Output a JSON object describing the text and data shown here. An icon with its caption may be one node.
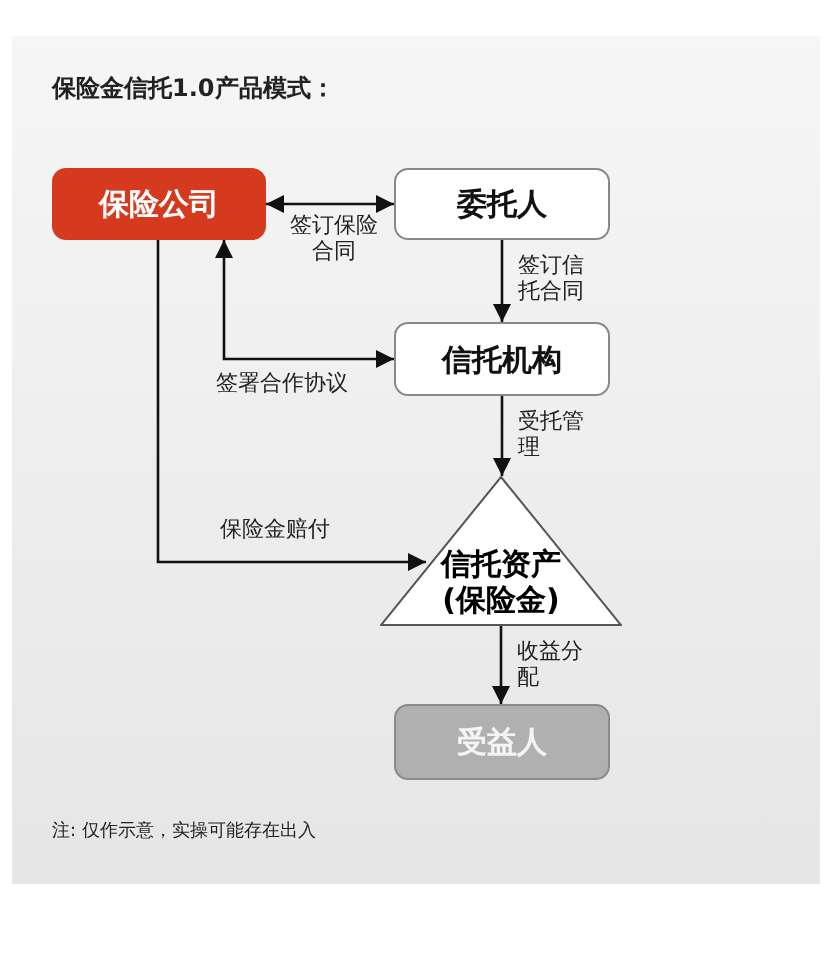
{
  "diagram": {
    "title": "保险金信托1.0产品模式：",
    "nodes": [
      {
        "text": [
          "保险公司"
        ]
      },
      {
        "text": [
          "委托人"
        ]
      },
      {
        "text": [
          "信托机构"
        ]
      },
      {
        "text": [
          "信托资产(保险金)"
        ]
      },
      {
        "text": [
          "受益人"
        ]
      }
    ],
    "edges": [
      {
        "from": 0,
        "to": 1,
        "arrow": "both",
        "label": "签订保险合同"
      },
      {
        "from": 1,
        "to": 2,
        "arrow": "to",
        "label": "签订信托合同"
      },
      {
        "from": 2,
        "to": 0,
        "arrow": "both",
        "label": "签署合作协议"
      },
      {
        "from": 2,
        "to": 3,
        "arrow": "to",
        "label": "受托管理"
      },
      {
        "from": 0,
        "to": 3,
        "arrow": "to",
        "label": "保险金赔付"
      },
      {
        "from": 3,
        "to": 4,
        "arrow": "to",
        "label": "收益分配"
      }
    ],
    "labels": [
      "注: 仅作示意，实操可能存在出入"
    ]
  }
}
